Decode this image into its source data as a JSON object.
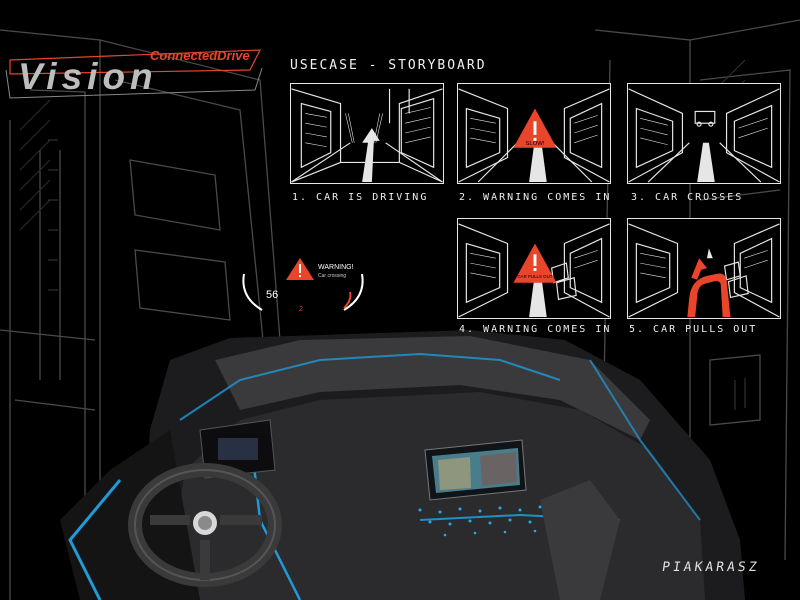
{
  "brand": {
    "sub_brand": "ConnectedDrive",
    "name": "Vision"
  },
  "storyboard": {
    "heading": "USECASE - STORYBOARD",
    "panels": [
      {
        "caption": "1. CAR IS DRIVING",
        "overlay_text": ""
      },
      {
        "caption": "2. WARNING COMES IN",
        "overlay_text": "SLOW!"
      },
      {
        "caption": "3. CAR CROSSES",
        "overlay_text": ""
      },
      {
        "caption": "4. WARNING COMES IN",
        "overlay_text": "CAR PULLS OUT"
      },
      {
        "caption": "5. CAR PULLS OUT",
        "overlay_text": ""
      }
    ]
  },
  "hud": {
    "warning_title": "WARNING!",
    "warning_subtitle": "Car crossing",
    "speed": "56",
    "gear": "2",
    "warning_color": "#e8452a"
  },
  "signature": "PIAKARASZ",
  "colors": {
    "accent": "#e8452a",
    "ambient_light": "#1e9bd8",
    "sketch_line": "#e6e6e6"
  }
}
